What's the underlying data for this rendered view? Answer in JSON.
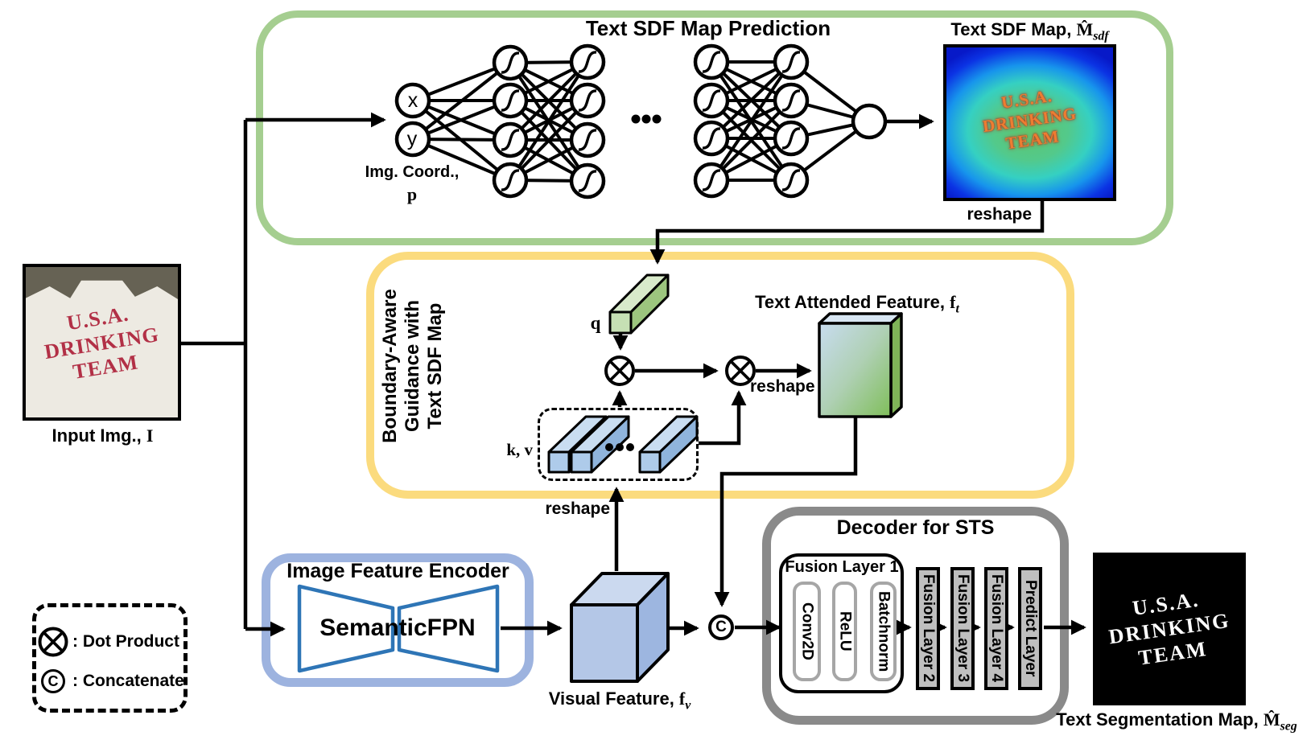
{
  "figure": {
    "top": {
      "title": "Text SDF Map Prediction",
      "node_x": "x",
      "node_y": "y",
      "coord_caption": "Img. Coord.,",
      "coord_symbol": "p",
      "sdf_label_prefix": "Text SDF Map, ",
      "sdf_symbol": "M̂",
      "sdf_symbol_sub": "sdf",
      "reshape": "reshape",
      "sdf_map_lines": [
        "U.S.A.",
        "DRINKING",
        "TEAM"
      ]
    },
    "attention": {
      "rotated_lines": [
        "Boundary-Aware",
        "Guidance with",
        "Text SDF Map"
      ],
      "q": "q",
      "kv": "k, v",
      "attended_prefix": "Text Attended Feature, ",
      "attended_symbol": "f",
      "attended_sub": "t",
      "reshape_right": "reshape",
      "reshape_bottom": "reshape"
    },
    "input": {
      "caption_prefix": "Input Img., ",
      "caption_symbol": "I",
      "photo_lines": [
        "U.S.A.",
        "DRINKING",
        "TEAM"
      ]
    },
    "legend": {
      "dot_symbol": "⊗",
      "dot_label": ": Dot Product",
      "concat_symbol": "C",
      "concat_label": ": Concatenate"
    },
    "encoder": {
      "title": "Image Feature Encoder",
      "model": "SemanticFPN"
    },
    "visual": {
      "prefix": "Visual Feature, ",
      "symbol": "f",
      "sub": "v"
    },
    "concat_symbol": "C",
    "decoder": {
      "title": "Decoder for STS",
      "fusion1": "Fusion Layer 1",
      "sub_layers": [
        "Conv2D",
        "ReLU",
        "Batchnorm"
      ],
      "bars": [
        "Fusion Layer 2",
        "Fusion Layer 3",
        "Fusion Layer 4",
        "Predict Layer"
      ]
    },
    "output": {
      "caption_prefix": "Text Segmentation Map, ",
      "symbol": "M̂",
      "sub": "seg",
      "map_lines": [
        "U.S.A.",
        "DRINKING",
        "TEAM"
      ]
    },
    "colors": {
      "green_box": "#A5CE90",
      "yellow_box": "#FBDB7E",
      "encoder_box": "#9DB3DF",
      "bowtie_stroke": "#2E75B6",
      "decoder_box": "#8A8A8A",
      "bar_fill": "#BFBFBF",
      "cube_fill": "#B4C7E7",
      "q_fill": "#C6E0B4",
      "kv_fill": "#AECBEA",
      "attended_gradient": [
        "#C8DCF0",
        "#7FBE59"
      ],
      "hoodie_text": "#B23046",
      "sdf_text": "#ED7D31"
    }
  }
}
